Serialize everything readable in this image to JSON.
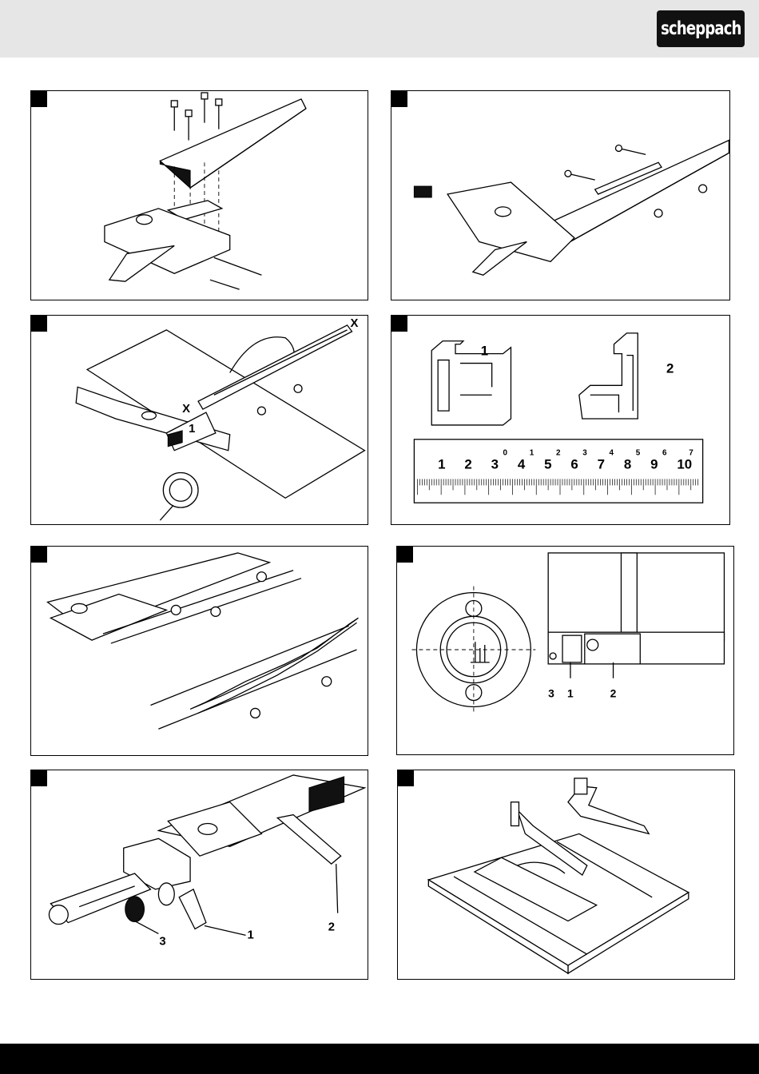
{
  "header": {
    "brand": "scheppach",
    "bg_color": "#e6e6e6"
  },
  "footer": {
    "bg_color": "#000000"
  },
  "panels": [
    {
      "id": "fig1",
      "labels": []
    },
    {
      "id": "fig2",
      "labels": []
    },
    {
      "id": "fig3",
      "labels": [
        "X",
        "X",
        "1"
      ]
    },
    {
      "id": "fig4",
      "labels": [
        "1",
        "2"
      ],
      "ruler_main": [
        "1",
        "2",
        "3",
        "4",
        "5",
        "6",
        "7",
        "8",
        "9",
        "10"
      ],
      "ruler_small": [
        "0",
        "1",
        "2",
        "3",
        "4",
        "5",
        "6",
        "7"
      ]
    },
    {
      "id": "fig5",
      "labels": []
    },
    {
      "id": "fig6",
      "labels": [
        "3",
        "1",
        "2"
      ]
    },
    {
      "id": "fig7",
      "labels": [
        "1",
        "2",
        "3"
      ]
    },
    {
      "id": "fig8",
      "labels": []
    }
  ]
}
